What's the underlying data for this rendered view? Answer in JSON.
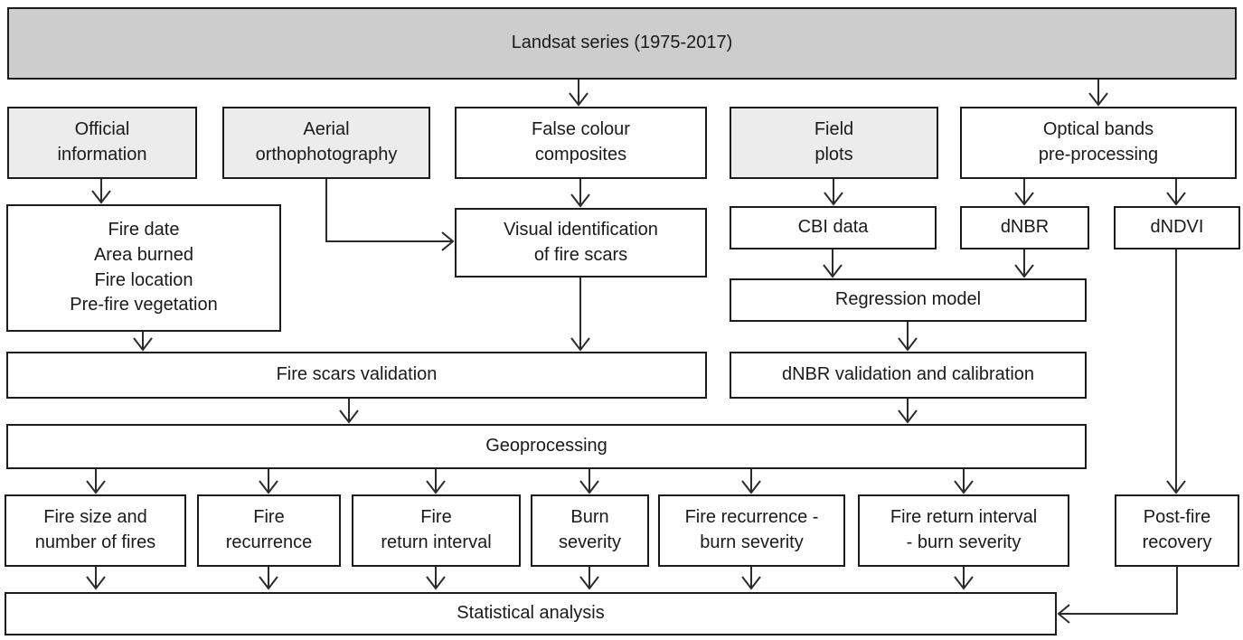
{
  "colors": {
    "fill_gray": "#cdcdcd",
    "fill_light": "#ececec",
    "fill_white": "#ffffff",
    "border": "#1c1c1c",
    "text": "#1a1a1a",
    "arrow": "#2b2b2b"
  },
  "nodes": {
    "landsat": {
      "label": "Landsat series (1975-2017)"
    },
    "official": {
      "label": "Official\ninformation"
    },
    "aerial": {
      "label": "Aerial\northophotography"
    },
    "false_colour": {
      "label": "False colour\ncomposites"
    },
    "field_plots": {
      "label": "Field\nplots"
    },
    "optical": {
      "label": "Optical bands\npre-processing"
    },
    "fire_date": {
      "label": "Fire date\nArea burned\nFire location\nPre-fire vegetation"
    },
    "visual_id": {
      "label": "Visual identification\nof fire scars"
    },
    "cbi": {
      "label": "CBI data"
    },
    "dnbr": {
      "label": "dNBR"
    },
    "dndvi": {
      "label": "dNDVI"
    },
    "regression": {
      "label": "Regression model"
    },
    "fire_scars_validation": {
      "label": "Fire scars validation"
    },
    "dnbr_validation": {
      "label": "dNBR validation and calibration"
    },
    "geoprocessing": {
      "label": "Geoprocessing"
    },
    "fire_size": {
      "label": "Fire size and\nnumber of fires"
    },
    "fire_recurrence": {
      "label": "Fire\nrecurrence"
    },
    "fire_return_interval": {
      "label": "Fire\nreturn interval"
    },
    "burn_severity": {
      "label": "Burn\nseverity"
    },
    "fire_recurrence_burn": {
      "label": "Fire recurrence -\nburn severity"
    },
    "fire_return_burn": {
      "label": "Fire return interval\n- burn severity"
    },
    "post_fire": {
      "label": "Post-fire\nrecovery"
    },
    "statistical": {
      "label": "Statistical analysis"
    }
  },
  "edges": [
    {
      "from": "landsat",
      "to": "false_colour"
    },
    {
      "from": "landsat",
      "to": "optical"
    },
    {
      "from": "official",
      "to": "fire_date"
    },
    {
      "from": "aerial",
      "to": "visual_id"
    },
    {
      "from": "false_colour",
      "to": "visual_id"
    },
    {
      "from": "field_plots",
      "to": "cbi"
    },
    {
      "from": "optical",
      "to": "dnbr"
    },
    {
      "from": "optical",
      "to": "dndvi"
    },
    {
      "from": "fire_date",
      "to": "fire_scars_validation"
    },
    {
      "from": "visual_id",
      "to": "fire_scars_validation"
    },
    {
      "from": "cbi",
      "to": "regression"
    },
    {
      "from": "dnbr",
      "to": "regression"
    },
    {
      "from": "regression",
      "to": "dnbr_validation"
    },
    {
      "from": "fire_scars_validation",
      "to": "geoprocessing"
    },
    {
      "from": "dnbr_validation",
      "to": "geoprocessing"
    },
    {
      "from": "geoprocessing",
      "to": "fire_size"
    },
    {
      "from": "geoprocessing",
      "to": "fire_recurrence"
    },
    {
      "from": "geoprocessing",
      "to": "fire_return_interval"
    },
    {
      "from": "geoprocessing",
      "to": "burn_severity"
    },
    {
      "from": "geoprocessing",
      "to": "fire_recurrence_burn"
    },
    {
      "from": "geoprocessing",
      "to": "fire_return_burn"
    },
    {
      "from": "dndvi",
      "to": "post_fire"
    },
    {
      "from": "fire_size",
      "to": "statistical"
    },
    {
      "from": "fire_recurrence",
      "to": "statistical"
    },
    {
      "from": "fire_return_interval",
      "to": "statistical"
    },
    {
      "from": "burn_severity",
      "to": "statistical"
    },
    {
      "from": "fire_recurrence_burn",
      "to": "statistical"
    },
    {
      "from": "fire_return_burn",
      "to": "statistical"
    },
    {
      "from": "post_fire",
      "to": "statistical"
    }
  ]
}
